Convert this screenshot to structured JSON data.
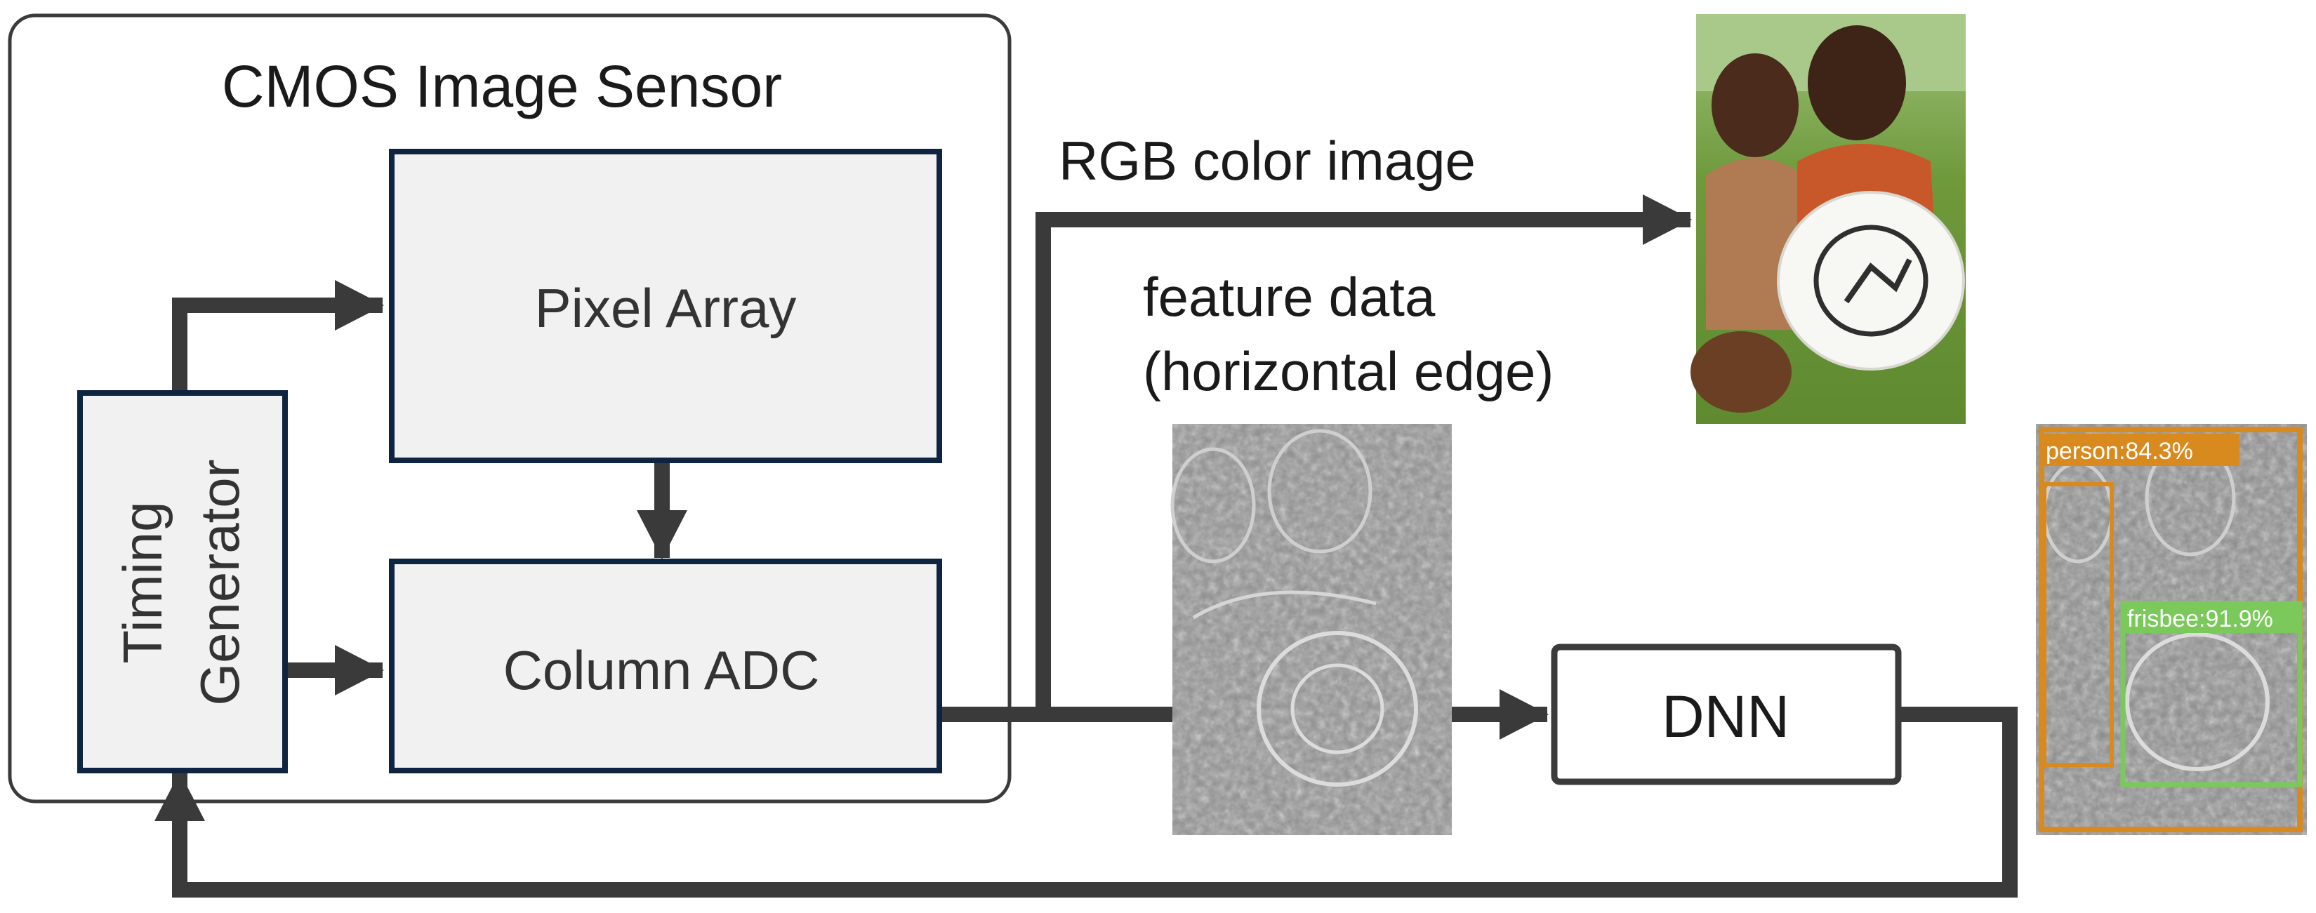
{
  "sensor": {
    "title": "CMOS Image Sensor",
    "pixel_array": "Pixel Array",
    "column_adc": "Column ADC",
    "timing_line1": "Timing",
    "timing_line2": "Generator"
  },
  "outputs": {
    "rgb_label": "RGB color image",
    "feature_line1": "feature data",
    "feature_line2": "(horizontal edge)"
  },
  "dnn": {
    "label": "DNN"
  },
  "detections": [
    {
      "label": "person:84.3%",
      "color": "#d98a1e"
    },
    {
      "label": "frisbee:91.9%",
      "color": "#7ac95a"
    }
  ],
  "colors": {
    "box_border": "#0f2440",
    "box_fill": "#f1f1f1",
    "arrow": "#3a3a3a",
    "sensor_border": "#3b3b3b"
  },
  "icons": {
    "rgb_photo": "photo-children-with-frisbee",
    "edge_photo": "edge-feature-map",
    "detection_photo": "detection-result-image"
  }
}
